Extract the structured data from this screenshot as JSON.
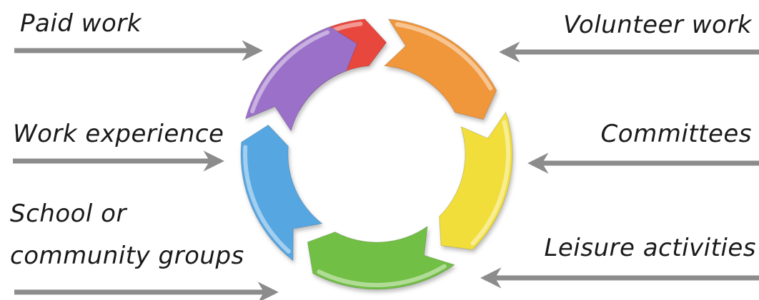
{
  "labels": {
    "paid_work": "Paid work",
    "volunteer_work": "Volunteer work",
    "work_experience": "Work experience",
    "committees": "Committees",
    "school_line1": "School or",
    "school_line2": "community groups",
    "leisure_activities": "Leisure activities"
  },
  "colors": {
    "segment_red": "#e8463c",
    "segment_orange": "#f0963a",
    "segment_yellow": "#f2de3a",
    "segment_green": "#72bf44",
    "segment_blue": "#56a6e2",
    "segment_purple": "#9b6fc9",
    "arrow_gray": "#8c8c8c"
  }
}
